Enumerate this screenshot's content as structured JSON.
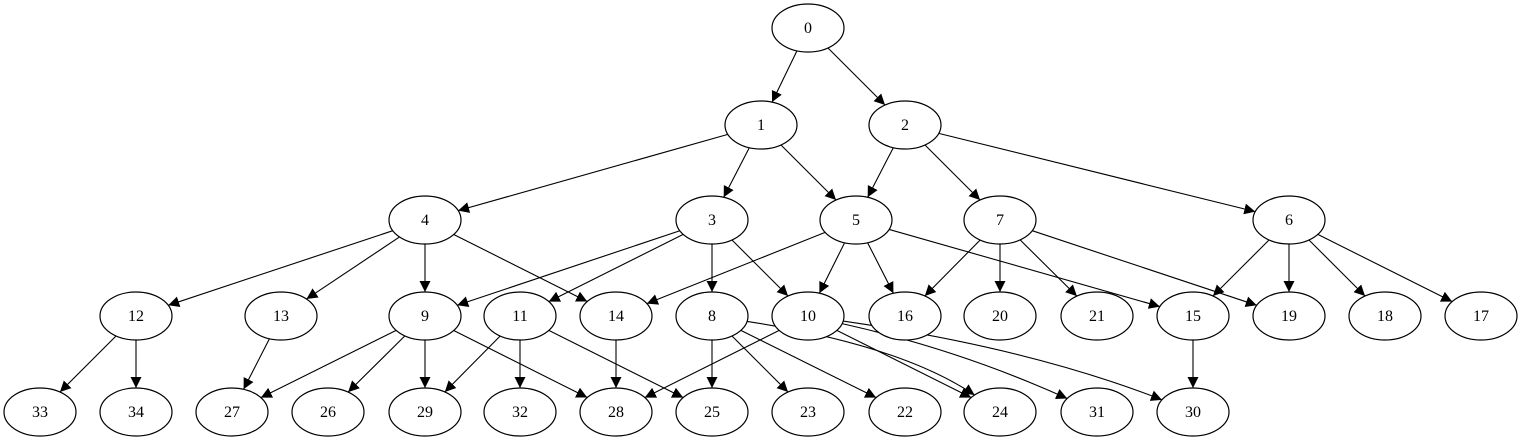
{
  "graph": {
    "nodes": [
      {
        "id": "0",
        "label": "0"
      },
      {
        "id": "1",
        "label": "1"
      },
      {
        "id": "2",
        "label": "2"
      },
      {
        "id": "3",
        "label": "3"
      },
      {
        "id": "4",
        "label": "4"
      },
      {
        "id": "5",
        "label": "5"
      },
      {
        "id": "6",
        "label": "6"
      },
      {
        "id": "7",
        "label": "7"
      },
      {
        "id": "8",
        "label": "8"
      },
      {
        "id": "9",
        "label": "9"
      },
      {
        "id": "10",
        "label": "10"
      },
      {
        "id": "11",
        "label": "11"
      },
      {
        "id": "12",
        "label": "12"
      },
      {
        "id": "13",
        "label": "13"
      },
      {
        "id": "14",
        "label": "14"
      },
      {
        "id": "15",
        "label": "15"
      },
      {
        "id": "16",
        "label": "16"
      },
      {
        "id": "17",
        "label": "17"
      },
      {
        "id": "18",
        "label": "18"
      },
      {
        "id": "19",
        "label": "19"
      },
      {
        "id": "20",
        "label": "20"
      },
      {
        "id": "21",
        "label": "21"
      },
      {
        "id": "22",
        "label": "22"
      },
      {
        "id": "23",
        "label": "23"
      },
      {
        "id": "24",
        "label": "24"
      },
      {
        "id": "25",
        "label": "25"
      },
      {
        "id": "26",
        "label": "26"
      },
      {
        "id": "27",
        "label": "27"
      },
      {
        "id": "28",
        "label": "28"
      },
      {
        "id": "29",
        "label": "29"
      },
      {
        "id": "30",
        "label": "30"
      },
      {
        "id": "31",
        "label": "31"
      },
      {
        "id": "32",
        "label": "32"
      },
      {
        "id": "33",
        "label": "33"
      },
      {
        "id": "34",
        "label": "34"
      }
    ],
    "edges": [
      [
        "0",
        "1"
      ],
      [
        "0",
        "2"
      ],
      [
        "1",
        "4"
      ],
      [
        "1",
        "3"
      ],
      [
        "1",
        "5"
      ],
      [
        "2",
        "5"
      ],
      [
        "2",
        "7"
      ],
      [
        "2",
        "6"
      ],
      [
        "4",
        "12"
      ],
      [
        "4",
        "13"
      ],
      [
        "4",
        "9"
      ],
      [
        "4",
        "14"
      ],
      [
        "3",
        "9"
      ],
      [
        "3",
        "11"
      ],
      [
        "3",
        "8"
      ],
      [
        "3",
        "10"
      ],
      [
        "5",
        "14"
      ],
      [
        "5",
        "10"
      ],
      [
        "5",
        "16"
      ],
      [
        "5",
        "15"
      ],
      [
        "7",
        "16"
      ],
      [
        "7",
        "20"
      ],
      [
        "7",
        "21"
      ],
      [
        "7",
        "19"
      ],
      [
        "6",
        "15"
      ],
      [
        "6",
        "19"
      ],
      [
        "6",
        "18"
      ],
      [
        "6",
        "17"
      ],
      [
        "12",
        "33"
      ],
      [
        "12",
        "34"
      ],
      [
        "13",
        "27"
      ],
      [
        "9",
        "27"
      ],
      [
        "9",
        "26"
      ],
      [
        "9",
        "29"
      ],
      [
        "9",
        "28"
      ],
      [
        "11",
        "29"
      ],
      [
        "11",
        "32"
      ],
      [
        "11",
        "25"
      ],
      [
        "14",
        "28"
      ],
      [
        "8",
        "25"
      ],
      [
        "8",
        "23"
      ],
      [
        "8",
        "22"
      ],
      [
        "8",
        "24"
      ],
      [
        "10",
        "28"
      ],
      [
        "10",
        "24"
      ],
      [
        "10",
        "31"
      ],
      [
        "10",
        "30"
      ],
      [
        "15",
        "30"
      ]
    ]
  }
}
